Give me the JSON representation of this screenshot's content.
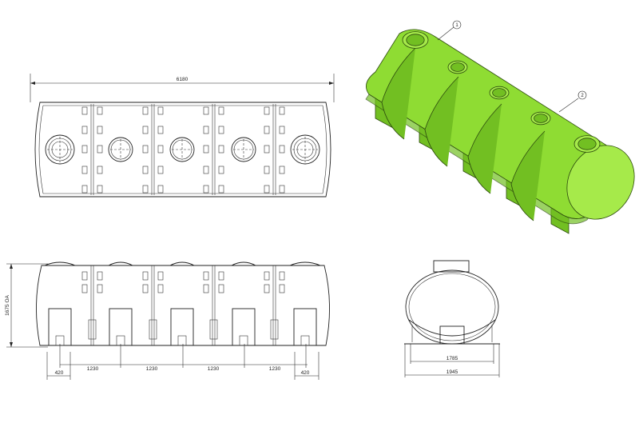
{
  "dimensions": {
    "overall_length": "6180",
    "height_oa": "1675 OA",
    "end_spacing_left": "420",
    "spacing_1": "1230",
    "spacing_2": "1230",
    "spacing_3": "1230",
    "spacing_4": "1230",
    "end_spacing_right": "420",
    "inner_width": "1785",
    "outer_width": "1945"
  },
  "callouts": [
    "1",
    "2"
  ],
  "colors": {
    "tank": "#8fdc33",
    "line": "#222222"
  }
}
